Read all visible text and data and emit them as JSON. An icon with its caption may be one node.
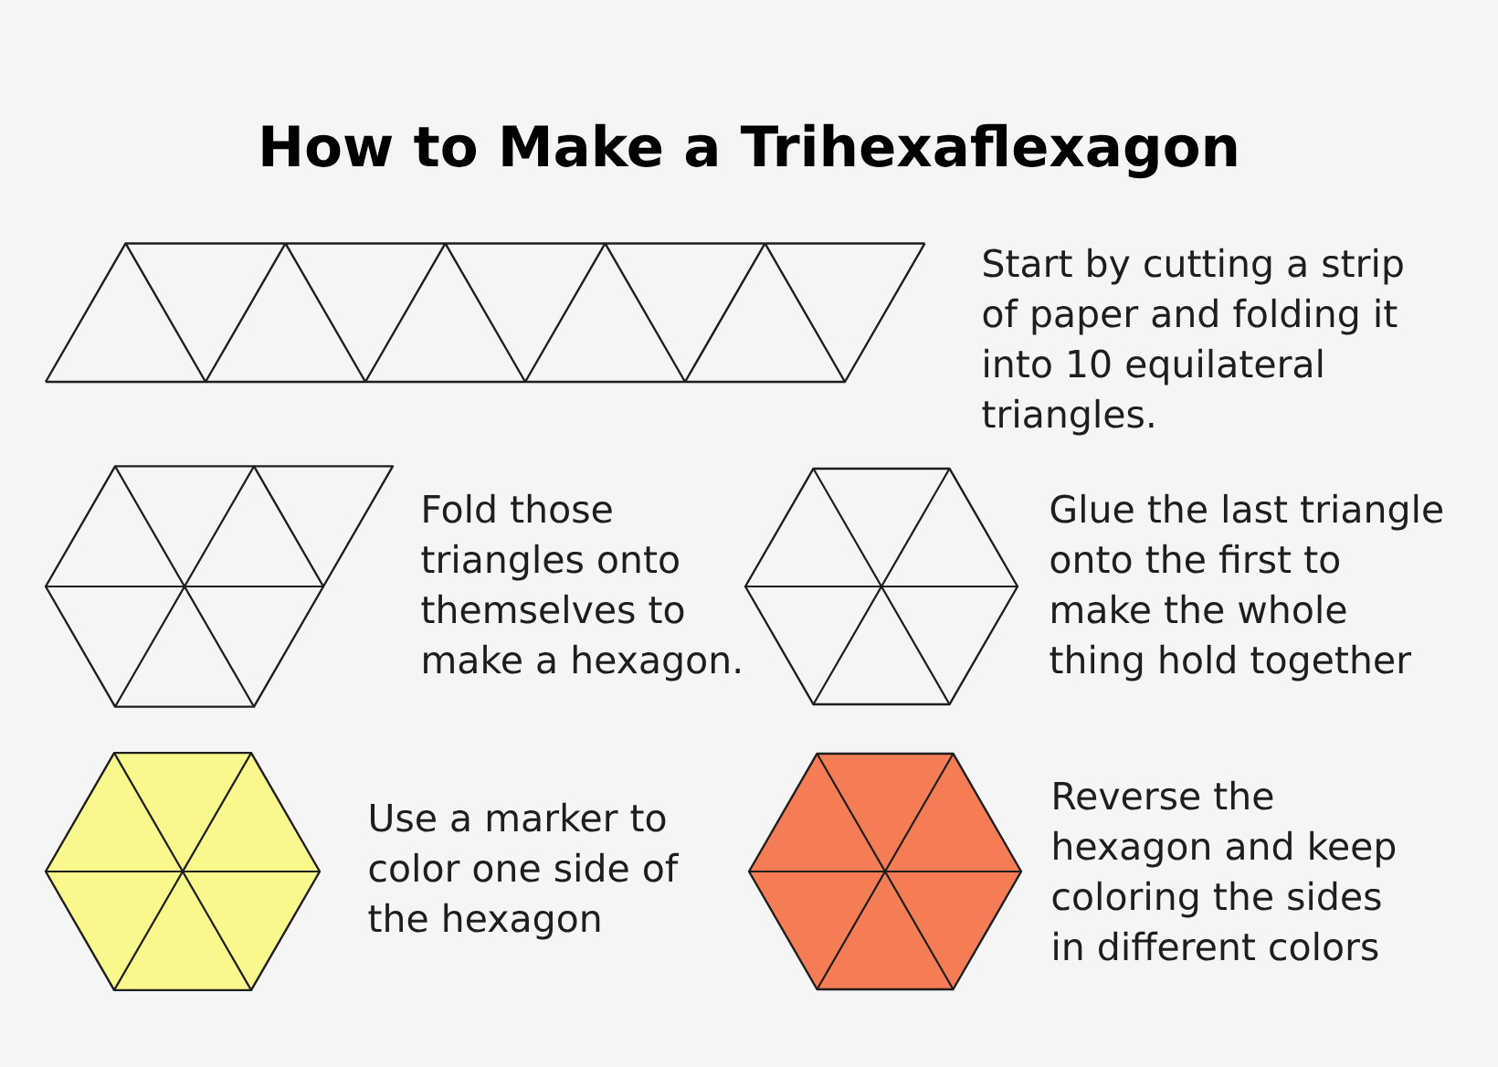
{
  "diagram": {
    "title": "How to Make a Trihexaflexagon",
    "nodes": [
      {
        "text": [],
        "shape": "picture"
      },
      {
        "text": [],
        "shape": "picture"
      },
      {
        "text": [],
        "shape": "picture",
        "beside": [
          "Glue the last triangle onto the first to make the whole thing hold together"
        ]
      },
      {
        "text": [],
        "shape": "picture",
        "beside": [
          "Use a marker to color one side of the hexagon"
        ]
      },
      {
        "text": [],
        "shape": "picture",
        "beside": [
          "Reverse the hexagon and keep coloring the sides in different colors"
        ]
      }
    ],
    "labels": [
      "Start by cutting a strip of paper and folding it into 10 equilateral triangles.",
      "Fold those triangles onto themselves to make a hexagon."
    ]
  }
}
